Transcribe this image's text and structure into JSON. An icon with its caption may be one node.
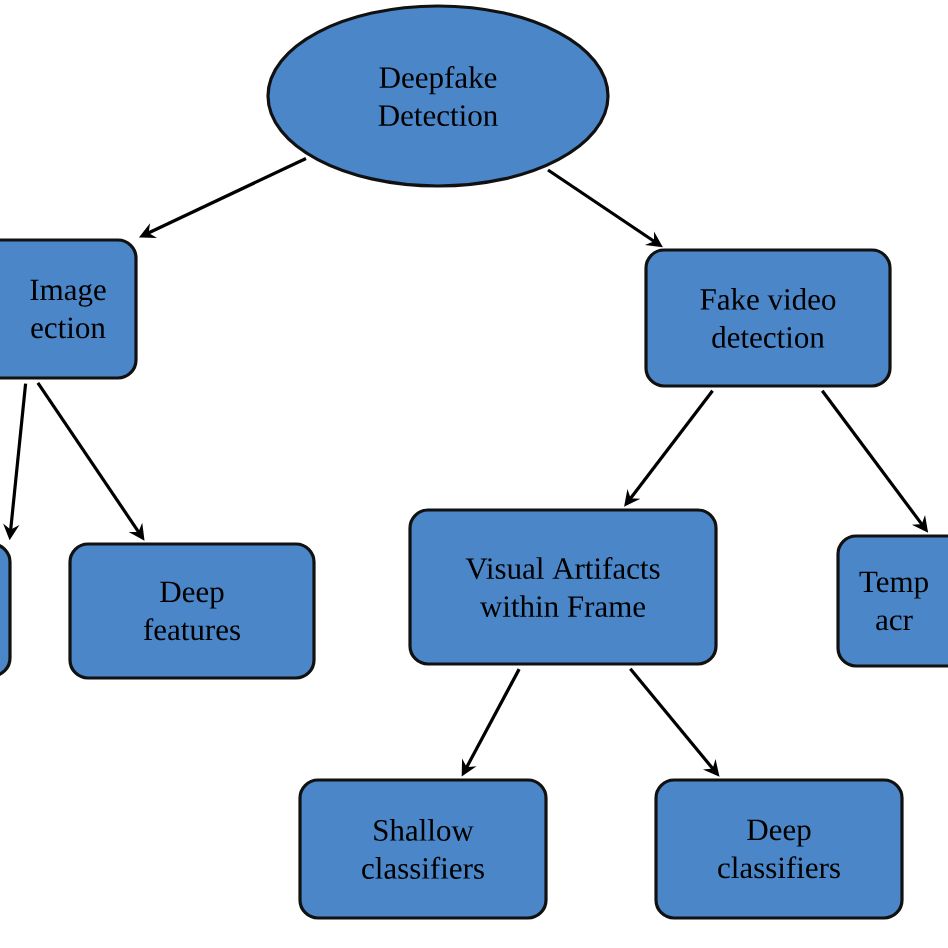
{
  "diagram": {
    "nodes": [
      {
        "text": [
          "Deepfake Detection"
        ]
      },
      {
        "text": [
          "Image ection"
        ]
      },
      {
        "text": [
          "Fake video detection"
        ]
      },
      {
        "text": [],
        "shape": "box"
      },
      {
        "text": [
          "Deep features"
        ]
      },
      {
        "text": [
          "Visual Artifacts within Frame"
        ]
      },
      {
        "text": [
          "Temp acr"
        ]
      },
      {
        "text": [
          "Shallow classifiers"
        ]
      },
      {
        "text": [
          "Deep classifiers"
        ]
      }
    ],
    "edges": [
      {
        "from": 0,
        "to": 1,
        "arrow": "to"
      },
      {
        "from": 0,
        "to": 2,
        "arrow": "to"
      },
      {
        "from": 1,
        "to": 3,
        "arrow": "to"
      },
      {
        "from": 1,
        "to": 4,
        "arrow": "to"
      },
      {
        "from": 2,
        "to": 5,
        "arrow": "to"
      },
      {
        "from": 2,
        "to": 6,
        "arrow": "to"
      },
      {
        "from": 5,
        "to": 7,
        "arrow": "to"
      },
      {
        "from": 5,
        "to": 8,
        "arrow": "to"
      }
    ]
  }
}
